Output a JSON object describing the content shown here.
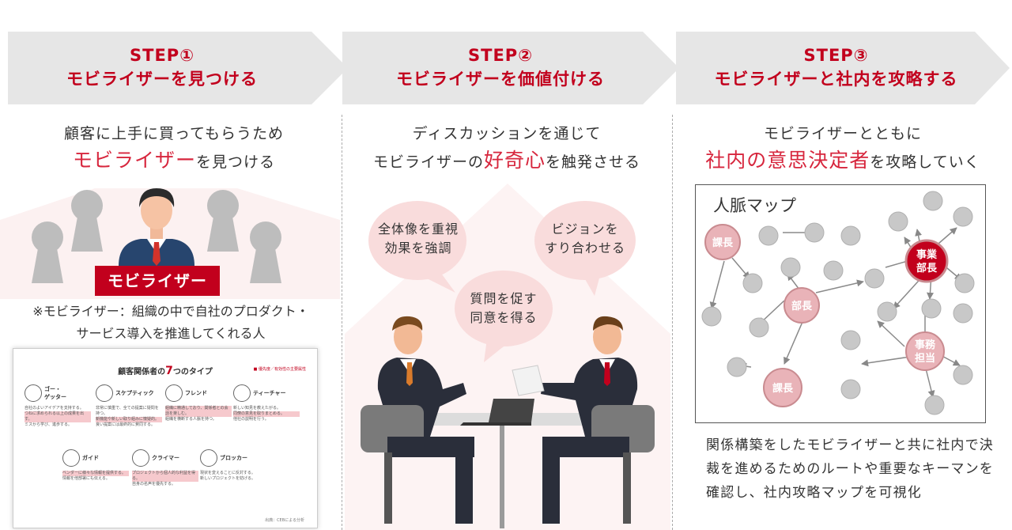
{
  "steps": [
    {
      "num": "STEP①",
      "title": "モビライザーを見つける"
    },
    {
      "num": "STEP②",
      "title": "モビライザーを価値付ける"
    },
    {
      "num": "STEP③",
      "title": "モビライザーと社内を攻略する"
    }
  ],
  "col1": {
    "lead_line1": "顧客に上手に買ってもらうため",
    "lead_red": "モビライザー",
    "lead_rest": "を見つける",
    "label": "モビライザー",
    "note_line1": "※モビライザー：組織の中で自社のプロダクト・",
    "note_line2": "サービス導入を推進してくれる人",
    "doc": {
      "title_pre": "顧客関係者の",
      "title_num": "7",
      "title_post": "つのタイプ",
      "legend": "■ 優先度／有効性の主要属性",
      "types": [
        {
          "name": "ゴー・\nゲッター",
          "desc": "自社のよいアイデアを支持する。",
          "hl": "つねに求められる以上の成果を出す。",
          "desc2": "ミスから学び、進歩する。"
        },
        {
          "name": "スケプティック",
          "desc": "非常に慎重で、全ての提案に疑問を持つ。",
          "hl": "新機能や新しい取り組みに懐疑的。",
          "desc2": "良い提案には最終的に賛同する。"
        },
        {
          "name": "フレンド",
          "desc": "",
          "hl": "組織に精通しており、関係者との会話を楽しむ。",
          "desc2": "組織を横断する人脈を持つ。"
        },
        {
          "name": "ティーチャー",
          "desc": "新しい知見を教えたがる。",
          "hl": "同僚の意見を取りまとめる。",
          "desc2": "他社の説明を行う。"
        },
        {
          "name": "ガイド",
          "desc": "",
          "hl": "ベンダーに様々な情報を提供する。",
          "desc2": "情報を他部署にも伝える。"
        },
        {
          "name": "クライマー",
          "desc": "",
          "hl": "プロジェクトから個人的な利益を得る。",
          "desc2": "自身の名声を優先する。"
        },
        {
          "name": "ブロッカー",
          "desc": "現状を変えることに反対する。",
          "hl": "",
          "desc2": "新しいプロジェクトを妨げる。"
        }
      ],
      "source": "出典：CEBによる分析"
    }
  },
  "col2": {
    "lead_line1": "ディスカッションを通じて",
    "lead_pre": "モビライザーの",
    "lead_red": "好奇心",
    "lead_post": "を触発させる",
    "bubbles": [
      {
        "line1": "全体像を重視",
        "line2": "効果を強調"
      },
      {
        "line1": "ビジョンを",
        "line2": "すり合わせる"
      },
      {
        "line1": "質問を促す",
        "line2": "同意を得る"
      }
    ]
  },
  "col3": {
    "lead_line1": "モビライザーとともに",
    "lead_red": "社内の意思決定者",
    "lead_rest": "を攻略していく",
    "map_title": "人脈マップ",
    "nodes": {
      "kacho1": "課長",
      "bucho": "部長",
      "jigyo1": "事業",
      "jigyo2": "部長",
      "jimu1": "事務",
      "jimu2": "担当",
      "kacho2": "課長"
    },
    "summary": "関係構築をしたモビライザーと共に社内で決裁を進めるためのルートや重要なキーマンを確認し、社内攻略マップを可視化"
  },
  "colors": {
    "accent": "#c2001d",
    "accent_text": "#d7263d",
    "banner": "#e6e6e6",
    "node_gray": "#c8c8c8",
    "node_pink": "#e9b3b8",
    "bubble": "#f9dcdc"
  }
}
